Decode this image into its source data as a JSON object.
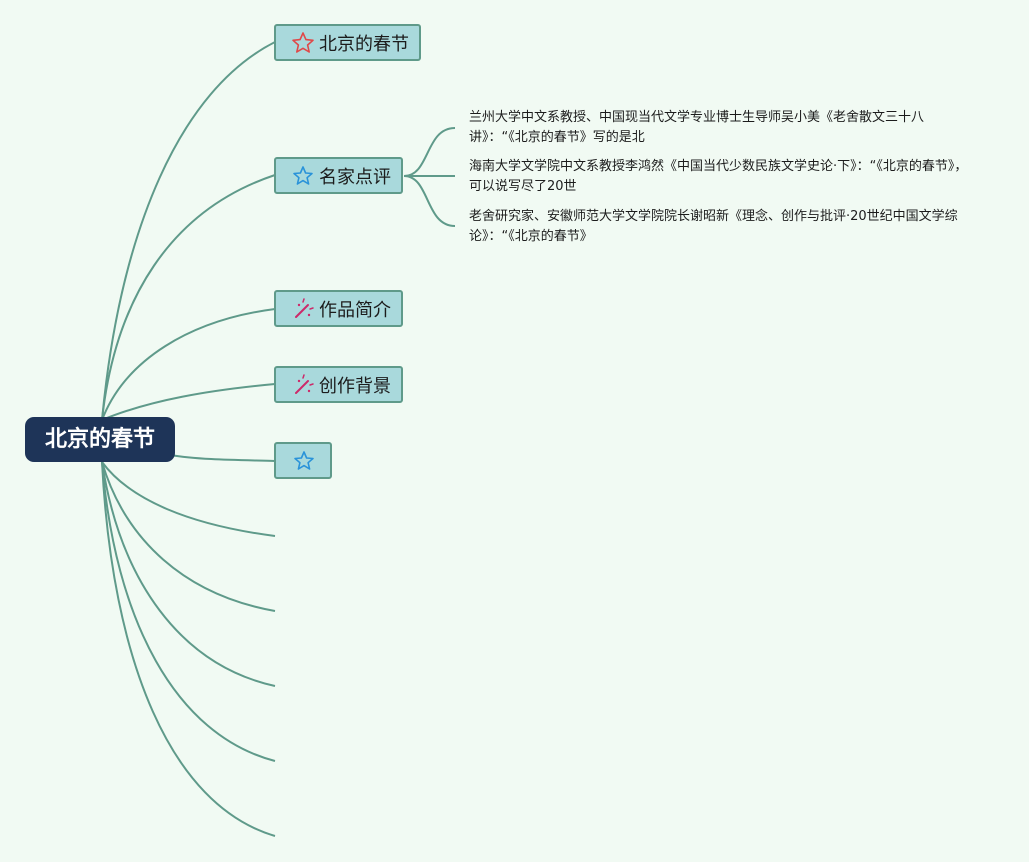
{
  "root": {
    "label": "北京的春节"
  },
  "branches": [
    {
      "label": "北京的春节",
      "icon": "red-star-outline-icon"
    },
    {
      "label": "名家点评",
      "icon": "blue-star-outline-icon"
    },
    {
      "label": "作品简介",
      "icon": "sparkle-wand-icon"
    },
    {
      "label": "创作背景",
      "icon": "sparkle-wand-icon"
    },
    {
      "label": "",
      "icon": "blue-star-outline-icon"
    }
  ],
  "reviews": [
    "兰州大学中文系教授、中国现当代文学专业博士生导师吴小美《老舍散文三十八讲》：“《北京的春节》写的是北",
    "海南大学文学院中文系教授李鸿然《中国当代少数民族文学史论·下》：“《北京的春节》，可以说写尽了20世",
    "老舍研究家、安徽师范大学文学院院长谢昭新《理念、创作与批评·20世纪中国文学综论》：“《北京的春节》"
  ],
  "colors": {
    "background": "#f1faf3",
    "root_fill": "#1e3458",
    "node_fill": "#a9d9dc",
    "node_border": "#5f9a8a",
    "connector": "#5f9a8a",
    "red_star": "#e04848",
    "blue_star": "#2a93d9",
    "wand": "#cc2a6a"
  }
}
